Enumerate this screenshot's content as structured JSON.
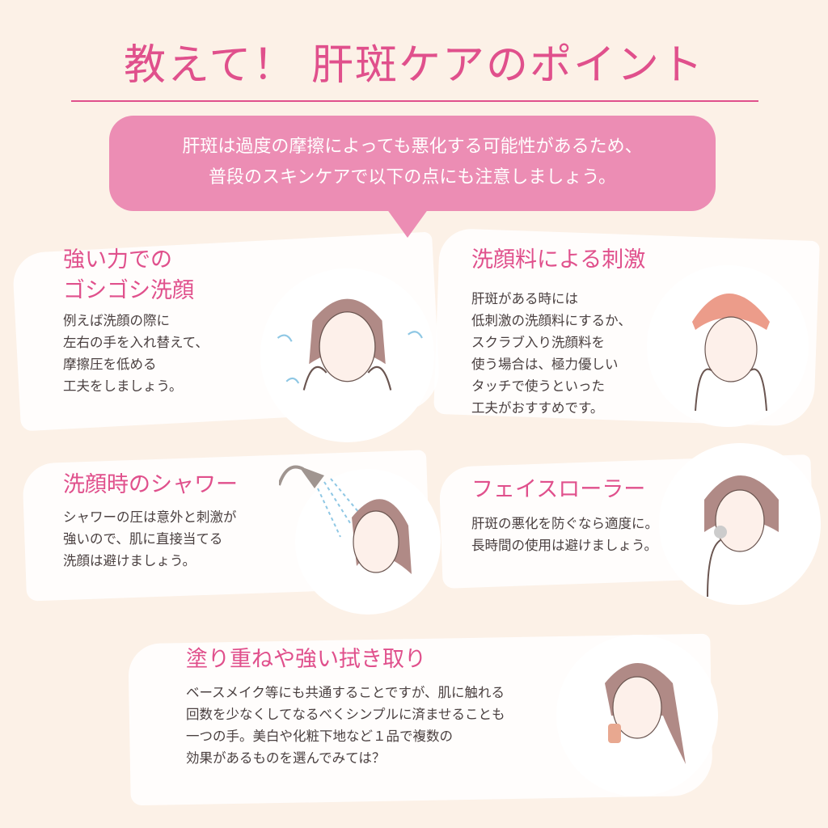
{
  "title": "教えて！ 肝斑ケアのポイント",
  "intro": {
    "line1": "肝斑は過度の摩擦によっても悪化する可能性があるため、",
    "line2": "普段のスキンケアで以下の点にも注意しましょう。"
  },
  "sections": [
    {
      "heading": [
        "強い力での",
        "ゴシゴシ洗顔"
      ],
      "body": [
        "例えば洗顔の際に",
        "左右の手を入れ替えて、",
        "摩擦圧を低める",
        "工夫をしましょう。"
      ]
    },
    {
      "heading": [
        "洗顔料による刺激"
      ],
      "body": [
        "肝斑がある時には",
        "低刺激の洗顔料にするか、",
        "スクラブ入り洗顔料を",
        "使う場合は、極力優しい",
        "タッチで使うといった",
        "工夫がおすすめです。"
      ]
    },
    {
      "heading": [
        "洗顔時のシャワー"
      ],
      "body": [
        "シャワーの圧は意外と刺激が",
        "強いので、肌に直接当てる",
        "洗顔は避けましょう。"
      ]
    },
    {
      "heading": [
        "フェイスローラー"
      ],
      "body": [
        "肝斑の悪化を防ぐなら適度に。",
        "長時間の使用は避けましょう。"
      ]
    },
    {
      "heading": [
        "塗り重ねや強い拭き取り"
      ],
      "body": [
        "ベースメイク等にも共通することですが、肌に触れる",
        "回数を少なくしてなるべくシンプルに済ませることも",
        "一つの手。美白や化粧下地など１品で複数の",
        "効果があるものを選んでみては？"
      ]
    }
  ],
  "colors": {
    "accent": "#e0508c",
    "bubble": "#ec8db4",
    "background": "#fcf1e7"
  }
}
